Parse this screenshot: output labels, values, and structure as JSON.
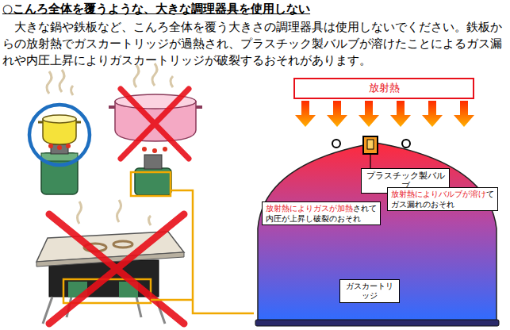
{
  "diagram": {
    "title": "○こんろ全体を覆うような、大きな調理器具を使用しない",
    "nodes": [
      {
        "text": [
          "放射熱"
        ]
      },
      {
        "text": [
          "プラスチック製バルブ"
        ]
      },
      {
        "text": [
          "放射熱によりガスが加熱",
          "されて 内圧が上昇し破裂のおそれ"
        ]
      },
      {
        "text": [
          "放射熱によりバルブが溶け",
          "て ガス漏れのおそれ"
        ]
      },
      {
        "text": [
          "ガスカートリッジ"
        ]
      }
    ],
    "labels": [
      "大きな鍋や鉄板など、こんろ全体を覆う大きさの調理器具は使用しないでください。鉄板からの放射熱でガスカートリッジが過熱され、プラスチック製バルブが溶けたことによるガス漏れや内圧上昇によりガスカートリッジが破裂するおそれがあります。"
    ]
  }
}
